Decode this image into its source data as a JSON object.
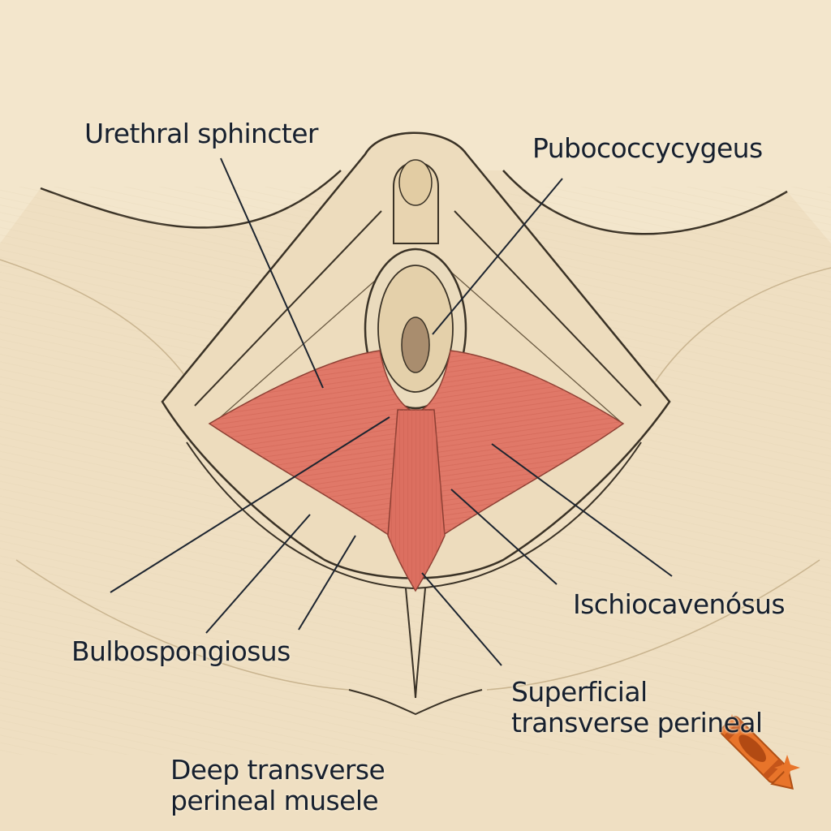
{
  "labels": {
    "urethral_sphincter": "Urethral sphincter",
    "pubococcygeus": "Pubococcycygeus",
    "ischiocavernosus": "Ischiocavenósus",
    "bulbospongiosus": "Bulbospongiosus",
    "superficial_line1": "Superficial",
    "superficial_line2": "transverse perineal",
    "deep_line1": "Deep transverse",
    "deep_line2": "perineal musele"
  },
  "colors": {
    "background": "#f3e6cc",
    "skin": "#efdfc2",
    "muscle": "#e07868",
    "outline": "#3a3226",
    "leader": "#1d2530",
    "text": "#17202e",
    "logo": "#e8742a"
  },
  "icons": {
    "logo": "crayon-icon"
  }
}
